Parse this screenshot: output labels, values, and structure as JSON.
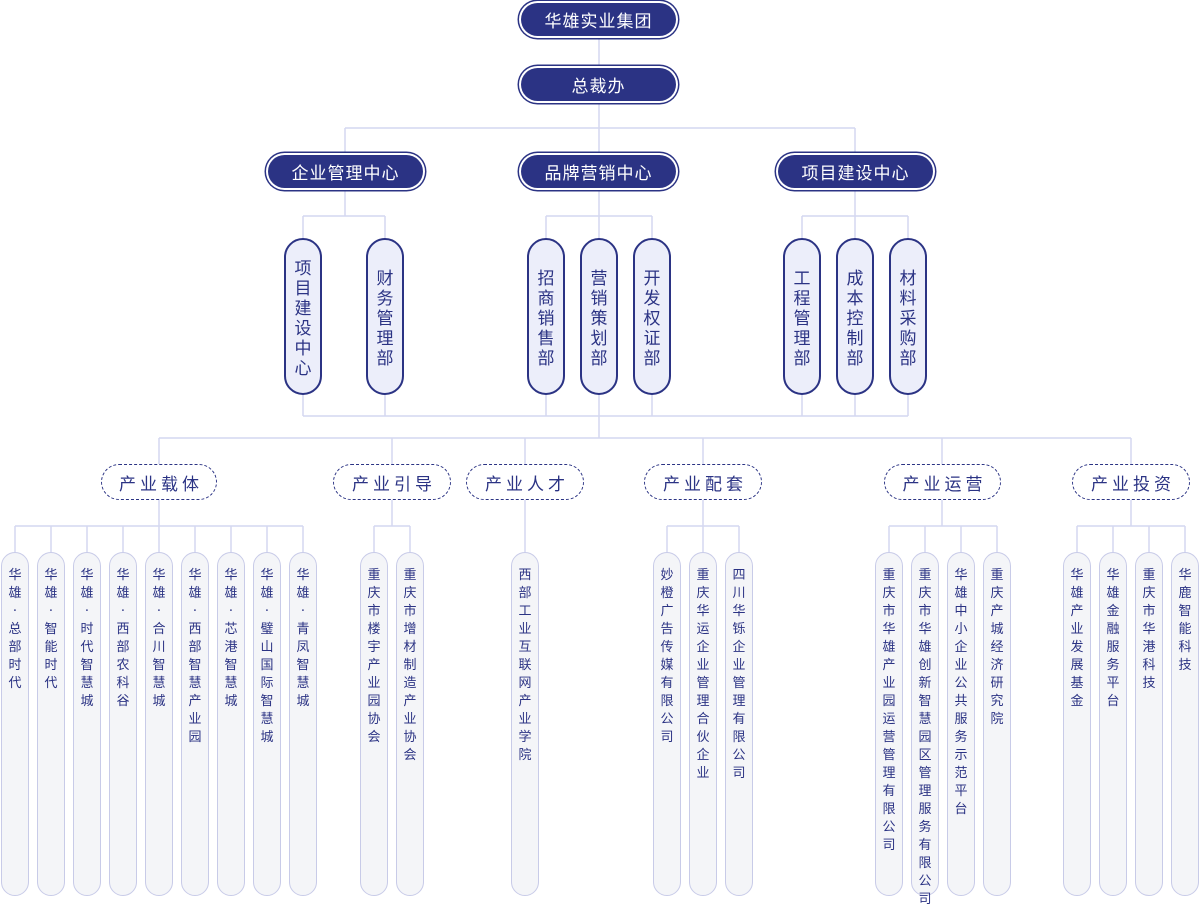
{
  "root": "华雄实业集团",
  "office": "总裁办",
  "centers": [
    {
      "name": "企业管理中心",
      "depts": [
        "项目建设中心",
        "财务管理部"
      ]
    },
    {
      "name": "品牌营销中心",
      "depts": [
        "招商销售部",
        "营销策划部",
        "开发权证部"
      ]
    },
    {
      "name": "项目建设中心",
      "depts": [
        "工程管理部",
        "成本控制部",
        "材料采购部"
      ]
    }
  ],
  "sectors": [
    {
      "name": "产业载体",
      "units": [
        "华雄·总部时代",
        "华雄·智能时代",
        "华雄·时代智慧城",
        "华雄·西部农科谷",
        "华雄·合川智慧城",
        "华雄·西部智慧产业园",
        "华雄·芯港智慧城",
        "华雄·璧山国际智慧城",
        "华雄·青凤智慧城"
      ]
    },
    {
      "name": "产业引导",
      "units": [
        "重庆市楼宇产业园协会",
        "重庆市增材制造产业协会"
      ]
    },
    {
      "name": "产业人才",
      "units": [
        "西部工业互联网产业学院"
      ]
    },
    {
      "name": "产业配套",
      "units": [
        "妙橙广告传媒有限公司",
        "重庆华运企业管理合伙企业",
        "四川华铄企业管理有限公司"
      ]
    },
    {
      "name": "产业运营",
      "units": [
        "重庆市华雄产业园运营管理有限公司",
        "重庆市华雄创新智慧园区管理服务有限公司",
        "华雄中小企业公共服务示范平台",
        "重庆产城经济研究院"
      ]
    },
    {
      "name": "产业投资",
      "units": [
        "华雄产业发展基金",
        "华雄金融服务平台",
        "重庆市华港科技",
        "华鹿智能科技"
      ]
    }
  ]
}
